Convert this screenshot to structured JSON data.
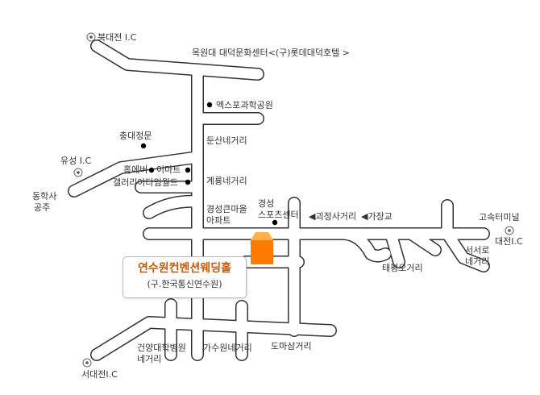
{
  "map": {
    "colors": {
      "road_edge": "#333333",
      "road_fill": "#ffffff",
      "venue_marker": "#ff7a00",
      "venue_title": "#c8590a"
    },
    "venue": {
      "name": "연수원컨벤션웨딩홀",
      "former_name": "(구.한국통신연수원)"
    },
    "interchanges": {
      "north": "북대전 I.C",
      "yuseong": "유성 I.C",
      "west": "서대전I.C",
      "daejeon_1": "대전I.C",
      "daejeon_2": "고속터미널"
    },
    "labels": {
      "mokwon": "목원대 대덕문화센터<(구)롯데대덕호텔 >",
      "expo": "엑스포과학공원",
      "chungdae": "충대정문",
      "dunsan": "둔산네거리",
      "homever": "홈에버",
      "emart": "이마트",
      "galleria": "갤러리아타임월드",
      "gyeryong": "계룡네거리",
      "donghaksa_1": "동학사",
      "donghaksa_2": "공주",
      "kyungsung_apt_1": "경성큰마을",
      "kyungsung_apt_2": "아파트",
      "kyungsung_sports_1": "경성",
      "kyungsung_sports_2": "스포츠센터",
      "goejeong": "◀괴정사거리",
      "gajang": "◀가장교",
      "taepyeong": "태평오거리",
      "seoseoro_1": "서서로",
      "seoseoro_2": "네거리",
      "konyang_1": "건양대학병원",
      "konyang_2": "네거리",
      "gasuwon": "가수원네거리",
      "domasam": "도마삼거리"
    }
  }
}
